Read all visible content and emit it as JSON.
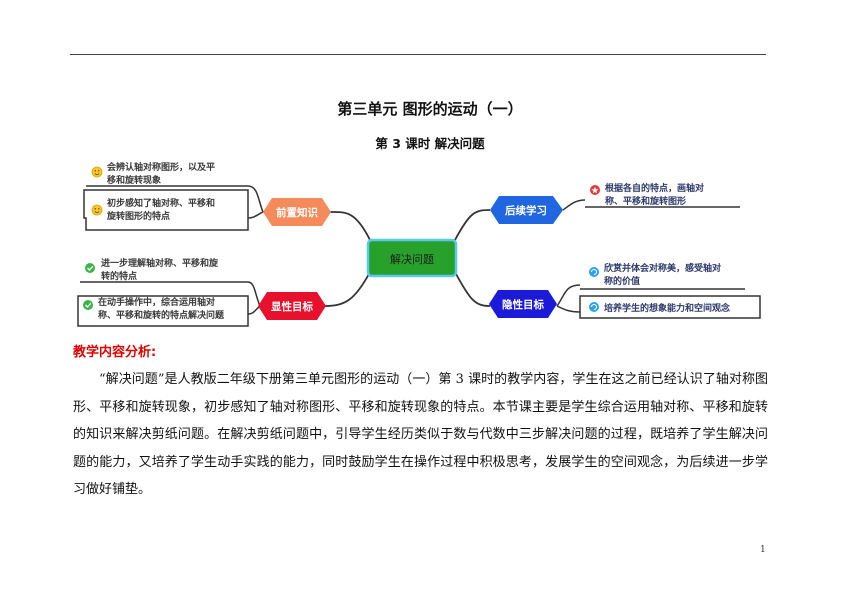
{
  "header": {
    "title": "第三单元 图形的运动（一）",
    "subtitle": "第 3 课时 解决问题"
  },
  "mindmap": {
    "center": "解决问题",
    "branches": {
      "prior": {
        "label": "前置知识",
        "color": "#f58a5a",
        "leaves": [
          {
            "lines": [
              "会辨认轴对称图形，以及平",
              "移和旋转现象"
            ],
            "icon": "smiley-icon"
          },
          {
            "lines": [
              "初步感知了轴对称、平移和",
              "旋转图形的特点"
            ],
            "icon": "smiley-icon"
          }
        ]
      },
      "explicit": {
        "label": "显性目标",
        "color": "#e8112d",
        "leaves": [
          {
            "lines": [
              "进一步理解轴对称、平移和旋",
              "转的特点"
            ],
            "icon": "check-icon"
          },
          {
            "lines": [
              "在动手操作中，综合运用轴对",
              "称、平移和旋转的特点解决问题"
            ],
            "icon": "check-icon"
          }
        ]
      },
      "followup": {
        "label": "后续学习",
        "color": "#1f66e0",
        "leaves": [
          {
            "lines": [
              "根据各自的特点，画轴对",
              "称、平移和旋转图形"
            ],
            "icon": "star-icon"
          }
        ]
      },
      "implicit": {
        "label": "隐性目标",
        "color": "#1a1ad8",
        "leaves": [
          {
            "lines": [
              "欣赏并体会对称美，感受轴对",
              "称的价值"
            ],
            "icon": "refresh-icon"
          },
          {
            "lines": [
              "培养学生的想象能力和空间观念"
            ],
            "icon": "refresh-icon"
          }
        ]
      }
    }
  },
  "content": {
    "heading": "教学内容分析:",
    "paragraph": "“解决问题”是人教版二年级下册第三单元图形的运动（一）第 3 课时的教学内容，学生在这之前已经认识了轴对称图形、平移和旋转现象，初步感知了轴对称图形、平移和旋转现象的特点。本节课主要是学生综合运用轴对称、平移和旋转的知识来解决剪纸问题。在解决剪纸问题中，引导学生经历类似于数与代数中三步解决问题的过程，既培养了学生解决问题的能力，又培养了学生动手实践的能力，同时鼓励学生在操作过程中积极思考，发展学生的空间观念，为后续进一步学习做好铺垫。"
  },
  "footer": {
    "page_number": "1"
  }
}
